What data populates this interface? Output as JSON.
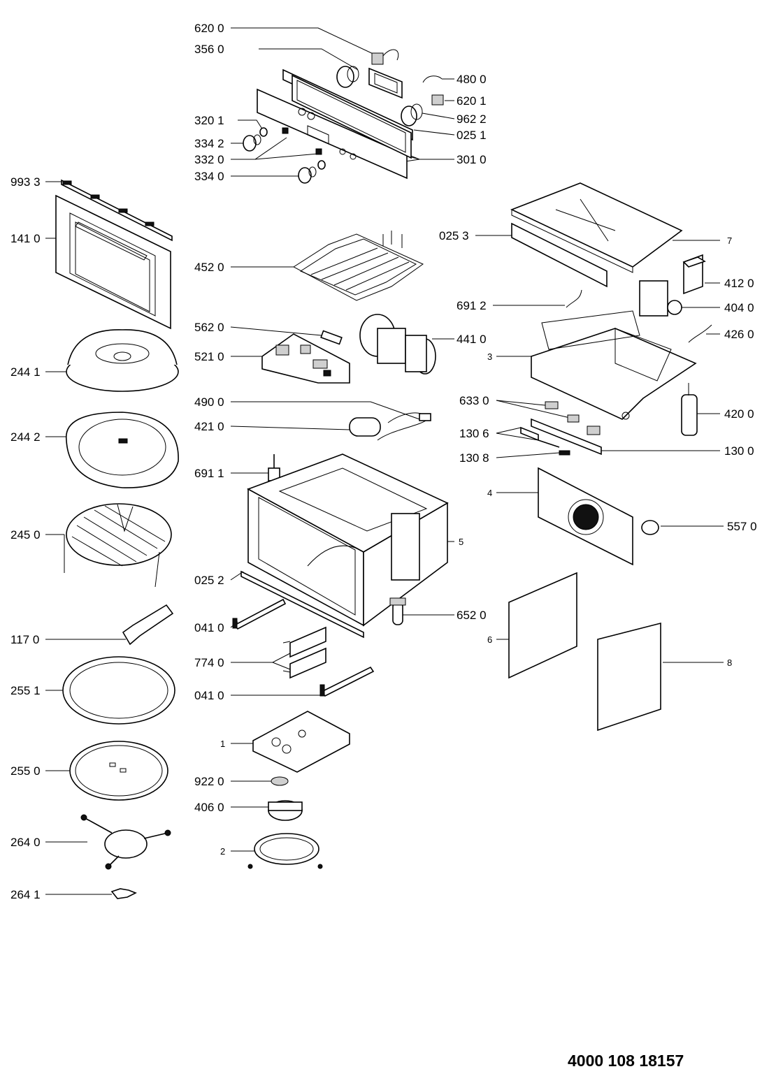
{
  "labels": {
    "l_620_0": "620 0",
    "l_356_0": "356 0",
    "l_480_0": "480 0",
    "l_620_1": "620 1",
    "l_320_1": "320 1",
    "l_962_2": "962 2",
    "l_025_1": "025 1",
    "l_334_2": "334 2",
    "l_332_0": "332 0",
    "l_301_0": "301 0",
    "l_334_0": "334 0",
    "l_993_3": "993 3",
    "l_025_3": "025 3",
    "l_7": "7",
    "l_141_0": "141 0",
    "l_452_0": "452 0",
    "l_412_0": "412 0",
    "l_404_0": "404 0",
    "l_691_2": "691 2",
    "l_562_0": "562 0",
    "l_426_0": "426 0",
    "l_441_0": "441 0",
    "l_244_1": "244 1",
    "l_521_0": "521 0",
    "l_3": "3",
    "l_490_0": "490 0",
    "l_633_0": "633 0",
    "l_421_0": "421 0",
    "l_420_0": "420 0",
    "l_244_2": "244 2",
    "l_130_6": "130 6",
    "l_130_8": "130 8",
    "l_130_0": "130 0",
    "l_691_1": "691 1",
    "l_4": "4",
    "l_245_0": "245 0",
    "l_557_0": "557 0",
    "l_5": "5",
    "l_025_2": "025 2",
    "l_652_0": "652 0",
    "l_6": "6",
    "l_117_0": "117 0",
    "l_041_0a": "041 0",
    "l_8": "8",
    "l_774_0": "774 0",
    "l_255_1": "255 1",
    "l_041_0b": "041 0",
    "l_1": "1",
    "l_255_0": "255 0",
    "l_922_0": "922 0",
    "l_406_0": "406 0",
    "l_264_0": "264 0",
    "l_2": "2",
    "l_264_1": "264 1"
  },
  "document_number": "4000 108 18157"
}
